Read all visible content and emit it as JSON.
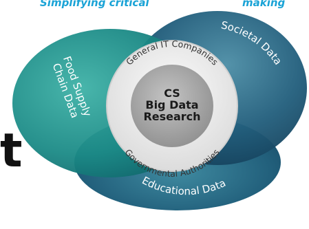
{
  "tagline": {
    "left": "Simplifying critical",
    "right": "making"
  },
  "center": {
    "line1": "CS",
    "line2": "Big Data",
    "line3": "Research"
  },
  "inner_ring": {
    "top": "General IT Companies",
    "bottom": "Governmental Authorities"
  },
  "outer": {
    "food_line1": "Food Supply",
    "food_line2": "Chain Data",
    "societal": "Societal Data",
    "educational": "Educational Data"
  },
  "partial_letter": "t",
  "colors": {
    "teal": "#1b8a86",
    "dark_blue": "#1c5270",
    "mid_blue": "#2d6f88",
    "tagline": "#1aa3d6",
    "center_disc": "#a3a3a3",
    "inner_ring": "#e6e6e6"
  }
}
